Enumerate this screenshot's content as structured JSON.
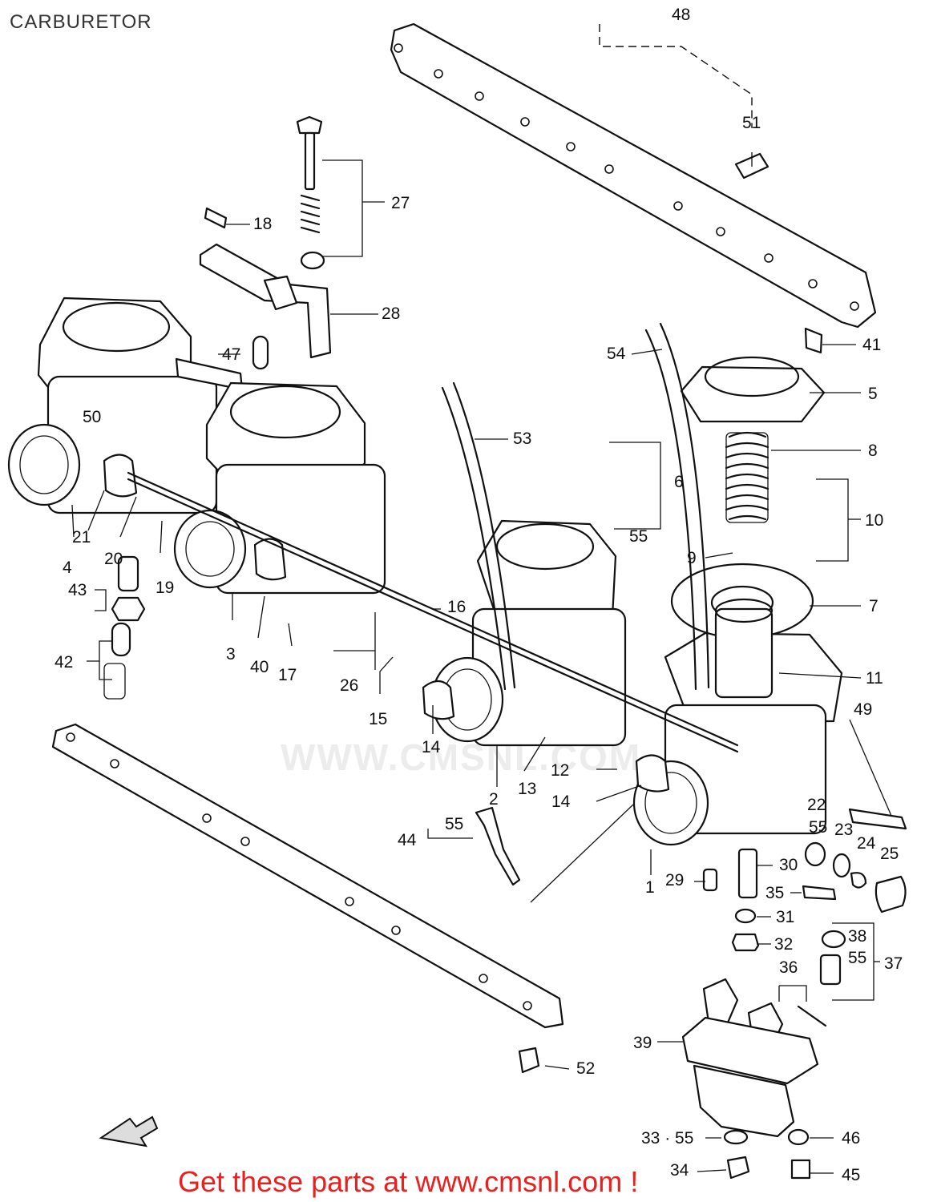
{
  "header": {
    "title": "CARBURETOR"
  },
  "footer": {
    "cta": "Get these parts at www.cmsnl.com !"
  },
  "watermark": {
    "text": "WWW.CMSNL.COM"
  },
  "callouts": {
    "c48": "48",
    "c51": "51",
    "c27": "27",
    "c18": "18",
    "c28": "28",
    "c47": "47",
    "c41": "41",
    "c54": "54",
    "c5": "5",
    "c50": "50",
    "c53": "53",
    "c8": "8",
    "c6": "6",
    "c10": "10",
    "c55a": "55",
    "c21": "21",
    "c20": "20",
    "c4": "4",
    "c9": "9",
    "c43": "43",
    "c19": "19",
    "c16": "16",
    "c7": "7",
    "c3": "3",
    "c40": "40",
    "c17": "17",
    "c42": "42",
    "c26": "26",
    "c11": "11",
    "c15": "15",
    "c49": "49",
    "c14a": "14",
    "c12": "12",
    "c13": "13",
    "c2": "2",
    "c14b": "14",
    "c22": "22",
    "c55b": "55",
    "c23": "23",
    "c24": "24",
    "c25": "25",
    "c55c": "55",
    "c44": "44",
    "c30": "30",
    "c1": "1",
    "c29": "29",
    "c35": "35",
    "c31": "31",
    "c38": "38",
    "c55d": "55",
    "c37": "37",
    "c32": "32",
    "c36": "36",
    "c39": "39",
    "c52": "52",
    "c33": "33 · 55",
    "c46": "46",
    "c34": "34",
    "c45": "45"
  }
}
